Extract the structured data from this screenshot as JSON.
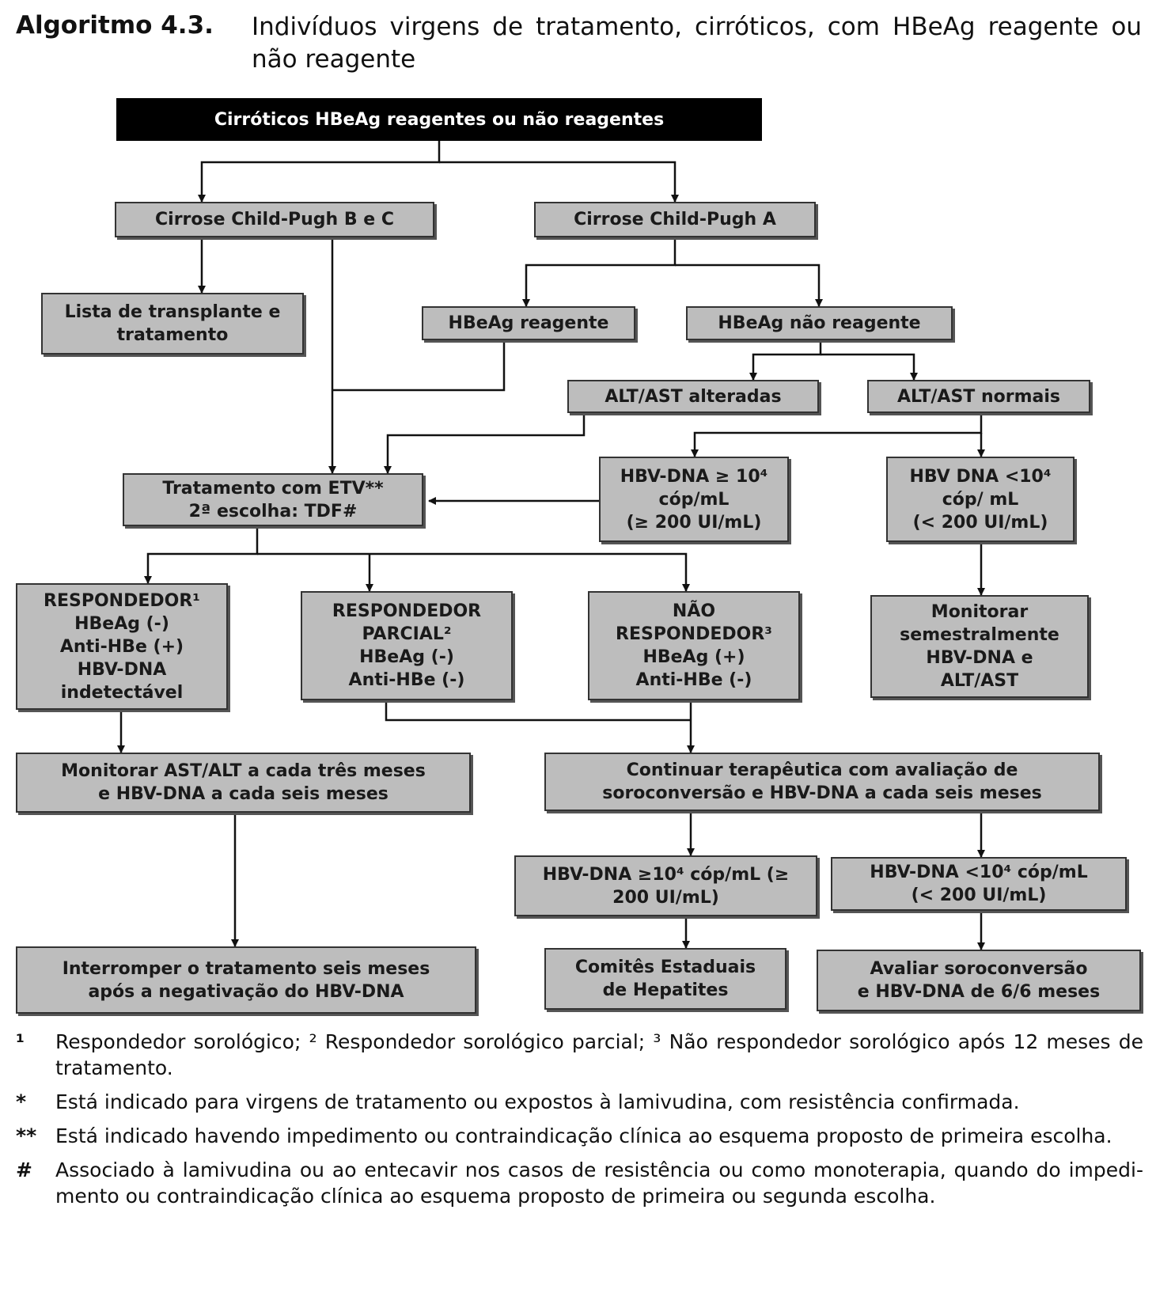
{
  "title": {
    "label": "Algoritmo 4.3.",
    "text": "Indivíduos virgens de tratamento, cirróticos, com HBeAg reagente ou não reagente"
  },
  "nodes": {
    "root": "Cirróticos HBeAg reagentes ou não reagentes",
    "child_bc": "Cirrose Child-Pugh B e C",
    "child_a": "Cirrose Child-Pugh A",
    "transplant": "Lista de transplante e tratamento",
    "hbeag_pos": "HBeAg reagente",
    "hbeag_neg": "HBeAg não reagente",
    "alt_altered": "ALT/AST alteradas",
    "alt_normal": "ALT/AST normais",
    "treatment_line1": "Tratamento com ETV**",
    "treatment_line2": "2ª escolha: TDF#",
    "dna_high_line1": "HBV-DNA ≥ 10⁴",
    "dna_high_line2": "cóp/mL",
    "dna_high_line3": "(≥ 200 UI/mL)",
    "dna_low_line1": "HBV DNA <10⁴",
    "dna_low_line2": "cóp/ mL",
    "dna_low_line3": "(< 200 UI/mL)",
    "resp_line1": "RESPONDEDOR¹",
    "resp_line2": "HBeAg (-)",
    "resp_line3": "Anti-HBe (+)",
    "resp_line4": "HBV-DNA",
    "resp_line5": "indetectável",
    "partial_line1": "RESPONDEDOR",
    "partial_line2": "PARCIAL²",
    "partial_line3": "HBeAg (-)",
    "partial_line4": "Anti-HBe (-)",
    "nonresp_line1": "NÃO",
    "nonresp_line2": "RESPONDEDOR³",
    "nonresp_line3": "HBeAg (+)",
    "nonresp_line4": "Anti-HBe (-)",
    "monitor_semi_line1": "Monitorar",
    "monitor_semi_line2": "semestralmente",
    "monitor_semi_line3": "HBV-DNA e",
    "monitor_semi_line4": "ALT/AST",
    "monitor_ast_line1": "Monitorar AST/ALT a cada três meses",
    "monitor_ast_line2": "e HBV-DNA a cada seis meses",
    "continue_line1": "Continuar terapêutica com avaliação de",
    "continue_line2": "soroconversão e HBV-DNA a cada seis meses",
    "dna2_high_line1": "HBV-DNA ≥10⁴ cóp/mL (≥",
    "dna2_high_line2": "200 UI/mL)",
    "dna2_low_line1": "HBV-DNA <10⁴ cóp/mL",
    "dna2_low_line2": "(< 200 UI/mL)",
    "interrupt_line1": "Interromper o tratamento seis meses",
    "interrupt_line2": "após a negativação do HBV-DNA",
    "committees_line1": "Comitês Estaduais",
    "committees_line2": "de Hepatites",
    "evaluate_line1": "Avaliar soroconversão",
    "evaluate_line2": "e HBV-DNA de 6/6 meses"
  },
  "footnotes": [
    {
      "mark": "¹",
      "text": "Respondedor sorológico; ² Respondedor sorológico parcial; ³ Não respondedor sorológico após 12 meses de tratamento."
    },
    {
      "mark": "*",
      "text": "Está indicado para virgens de tratamento ou expostos à lamivudina, com resistência confirmada."
    },
    {
      "mark": "**",
      "text": "Está indicado havendo impedimento ou contraindicação clínica ao esquema proposto de primeira escolha."
    },
    {
      "mark": "#",
      "text": "Associado à lamivudina ou ao entecavir nos casos de resistência ou como monoterapia, quando do impedi-mento ou contraindicação clínica ao esquema proposto de primeira ou segunda escolha."
    }
  ],
  "colors": {
    "box_fill": "#bdbdbd",
    "line": "#111111",
    "root_fill": "#000000"
  }
}
